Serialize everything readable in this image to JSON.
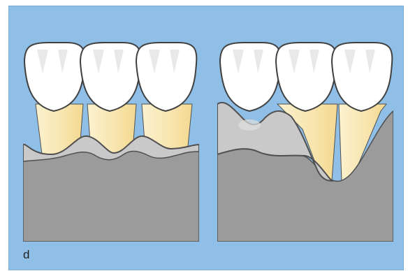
{
  "figure": {
    "label": "d",
    "colors": {
      "background": "#8fbfe6",
      "bone": "#9b9b9b",
      "gingiva": "#c9c9c9",
      "root": "#f7e7b0",
      "crown": "#ffffff",
      "outline": "#505050"
    }
  },
  "panels": [
    {
      "id": "left-panel",
      "description_icon": "healthy-gingiva-teeth-icon"
    },
    {
      "id": "right-panel",
      "description_icon": "gingival-recession-teeth-icon"
    }
  ]
}
